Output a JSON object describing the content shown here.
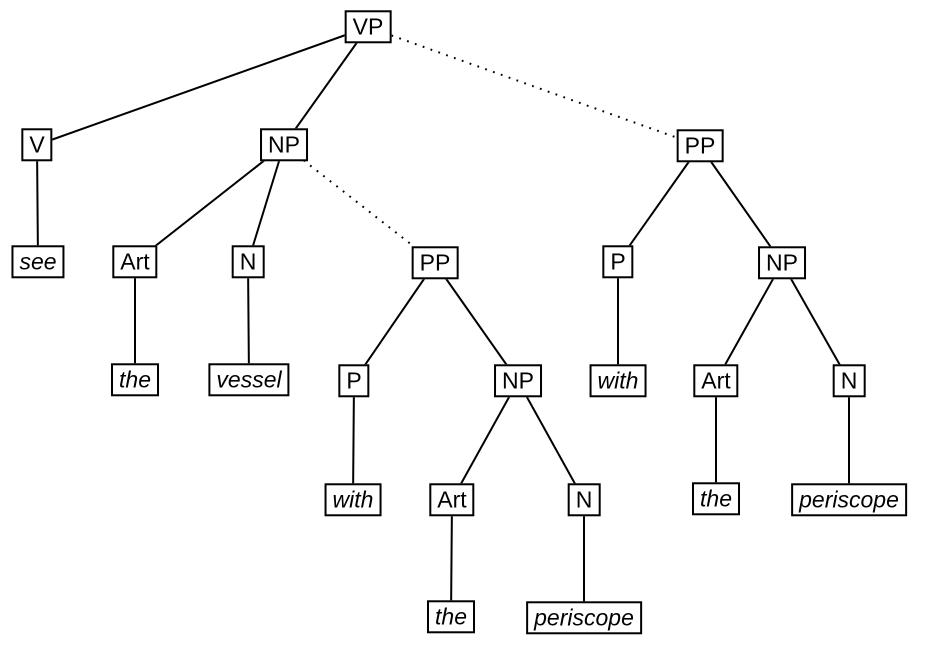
{
  "diagram": {
    "type": "syntax-tree",
    "description": "parse-tree-with-ambiguous-pp-attachment",
    "colors": {
      "background": "#ffffff",
      "line": "#000000",
      "node_border": "#000000",
      "text": "#000000"
    },
    "nodes": {
      "vp": {
        "label": "VP",
        "kind": "category"
      },
      "v": {
        "label": "V",
        "kind": "category"
      },
      "np_main": {
        "label": "NP",
        "kind": "category"
      },
      "pp_right": {
        "label": "PP",
        "kind": "category"
      },
      "see": {
        "label": "see",
        "kind": "word"
      },
      "art_main": {
        "label": "Art",
        "kind": "category"
      },
      "n_main": {
        "label": "N",
        "kind": "category"
      },
      "pp_mid": {
        "label": "PP",
        "kind": "category"
      },
      "p_right": {
        "label": "P",
        "kind": "category"
      },
      "np_right": {
        "label": "NP",
        "kind": "category"
      },
      "the_main": {
        "label": "the",
        "kind": "word"
      },
      "vessel": {
        "label": "vessel",
        "kind": "word"
      },
      "p_mid": {
        "label": "P",
        "kind": "category"
      },
      "np_mid": {
        "label": "NP",
        "kind": "category"
      },
      "with_right": {
        "label": "with",
        "kind": "word"
      },
      "art_right": {
        "label": "Art",
        "kind": "category"
      },
      "n_right": {
        "label": "N",
        "kind": "category"
      },
      "with_mid": {
        "label": "with",
        "kind": "word"
      },
      "art_mid": {
        "label": "Art",
        "kind": "category"
      },
      "n_mid": {
        "label": "N",
        "kind": "category"
      },
      "the_right": {
        "label": "the",
        "kind": "word"
      },
      "periscope_right": {
        "label": "periscope",
        "kind": "word"
      },
      "the_mid": {
        "label": "the",
        "kind": "word"
      },
      "periscope_mid": {
        "label": "periscope",
        "kind": "word"
      }
    },
    "edges": [
      {
        "from": "vp",
        "to": "v",
        "line": "solid"
      },
      {
        "from": "vp",
        "to": "np_main",
        "line": "solid"
      },
      {
        "from": "vp",
        "to": "pp_right",
        "line": "dotted"
      },
      {
        "from": "v",
        "to": "see",
        "line": "solid"
      },
      {
        "from": "np_main",
        "to": "art_main",
        "line": "solid"
      },
      {
        "from": "np_main",
        "to": "n_main",
        "line": "solid"
      },
      {
        "from": "np_main",
        "to": "pp_mid",
        "line": "dotted"
      },
      {
        "from": "art_main",
        "to": "the_main",
        "line": "solid"
      },
      {
        "from": "n_main",
        "to": "vessel",
        "line": "solid"
      },
      {
        "from": "pp_mid",
        "to": "p_mid",
        "line": "solid"
      },
      {
        "from": "pp_mid",
        "to": "np_mid",
        "line": "solid"
      },
      {
        "from": "p_mid",
        "to": "with_mid",
        "line": "solid"
      },
      {
        "from": "np_mid",
        "to": "art_mid",
        "line": "solid"
      },
      {
        "from": "np_mid",
        "to": "n_mid",
        "line": "solid"
      },
      {
        "from": "art_mid",
        "to": "the_mid",
        "line": "solid"
      },
      {
        "from": "n_mid",
        "to": "periscope_mid",
        "line": "solid"
      },
      {
        "from": "pp_right",
        "to": "p_right",
        "line": "solid"
      },
      {
        "from": "pp_right",
        "to": "np_right",
        "line": "solid"
      },
      {
        "from": "p_right",
        "to": "with_right",
        "line": "solid"
      },
      {
        "from": "np_right",
        "to": "art_right",
        "line": "solid"
      },
      {
        "from": "np_right",
        "to": "n_right",
        "line": "solid"
      },
      {
        "from": "art_right",
        "to": "the_right",
        "line": "solid"
      },
      {
        "from": "n_right",
        "to": "periscope_right",
        "line": "solid"
      }
    ]
  }
}
